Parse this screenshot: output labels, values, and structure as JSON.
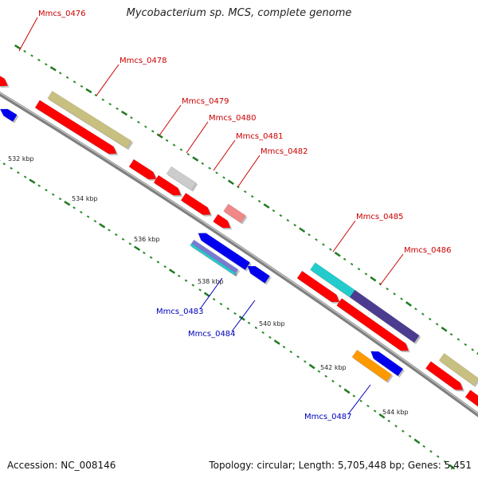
{
  "title": "Mycobacterium sp. MCS, complete genome",
  "footer": {
    "accession": "Accession: NC_008146",
    "genome_info": "Topology: circular; Length: 5,705,448 bp; Genes: 5,451"
  },
  "colors": {
    "backbone": "#808080",
    "tick_major": "#1f7a1f",
    "tick_minor": "#2a8a2a",
    "label_forward": "#cc0000",
    "label_reverse": "#0000bb",
    "cds_forward": "#ff0000",
    "cds_reverse": "#0000ee",
    "olive": "#c8c080",
    "light_gray": "#cccccc",
    "pink": "#f08888",
    "cyan": "#22cccc",
    "purple": "#4b3c90",
    "orange": "#ff9900",
    "striped_blue": "#7a7ad0"
  },
  "ticks": [
    "532 kbp",
    "534 kbp",
    "536 kbp",
    "538 kbp",
    "540 kbp",
    "542 kbp",
    "544 kbp"
  ],
  "gene_labels": {
    "forward": [
      "Mmcs_0476",
      "Mmcs_0478",
      "Mmcs_0479",
      "Mmcs_0480",
      "Mmcs_0481",
      "Mmcs_0482",
      "Mmcs_0485",
      "Mmcs_0486"
    ],
    "reverse": [
      "Mmcs_0483",
      "Mmcs_0484",
      "Mmcs_0487"
    ]
  }
}
